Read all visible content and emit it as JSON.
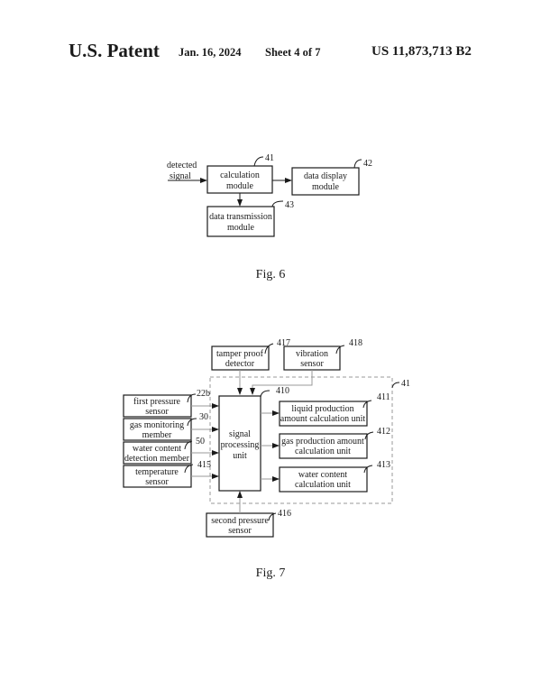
{
  "header": {
    "title": "U.S. Patent",
    "date": "Jan. 16, 2024",
    "sheet": "Sheet 4 of 7",
    "patent_number": "US 11,873,713 B2"
  },
  "fig6": {
    "caption": "Fig. 6",
    "input_label": [
      "detected",
      "signal"
    ],
    "boxes": {
      "calc": {
        "ref": "41",
        "lines": [
          "calculation",
          "module"
        ]
      },
      "display": {
        "ref": "42",
        "lines": [
          "data display",
          "module"
        ]
      },
      "transmission": {
        "ref": "43",
        "lines": [
          "data transmission",
          "module"
        ]
      }
    }
  },
  "fig7": {
    "caption": "Fig. 7",
    "group_ref": "41",
    "boxes": {
      "tamper": {
        "ref": "417",
        "lines": [
          "tamper proof",
          "detector"
        ]
      },
      "vibration": {
        "ref": "418",
        "lines": [
          "vibration",
          "sensor"
        ]
      },
      "first_pressure": {
        "ref": "22b",
        "lines": [
          "first pressure",
          "sensor"
        ]
      },
      "gas_monitor": {
        "ref": "30",
        "lines": [
          "gas monitoring",
          "member"
        ]
      },
      "water_detect": {
        "ref": "50",
        "lines": [
          "water content",
          "detection member"
        ]
      },
      "temperature": {
        "ref": "415",
        "lines": [
          "temperature",
          "sensor"
        ]
      },
      "spu": {
        "ref": "410",
        "lines": [
          "signal",
          "processing",
          "unit"
        ]
      },
      "liquid_calc": {
        "ref": "411",
        "lines": [
          "liquid production",
          "amount calculation unit"
        ]
      },
      "gas_calc": {
        "ref": "412",
        "lines": [
          "gas production amount",
          "calculation unit"
        ]
      },
      "water_calc": {
        "ref": "413",
        "lines": [
          "water content",
          "calculation unit"
        ]
      },
      "second_pressure": {
        "ref": "416",
        "lines": [
          "second pressure",
          "sensor"
        ]
      }
    }
  }
}
